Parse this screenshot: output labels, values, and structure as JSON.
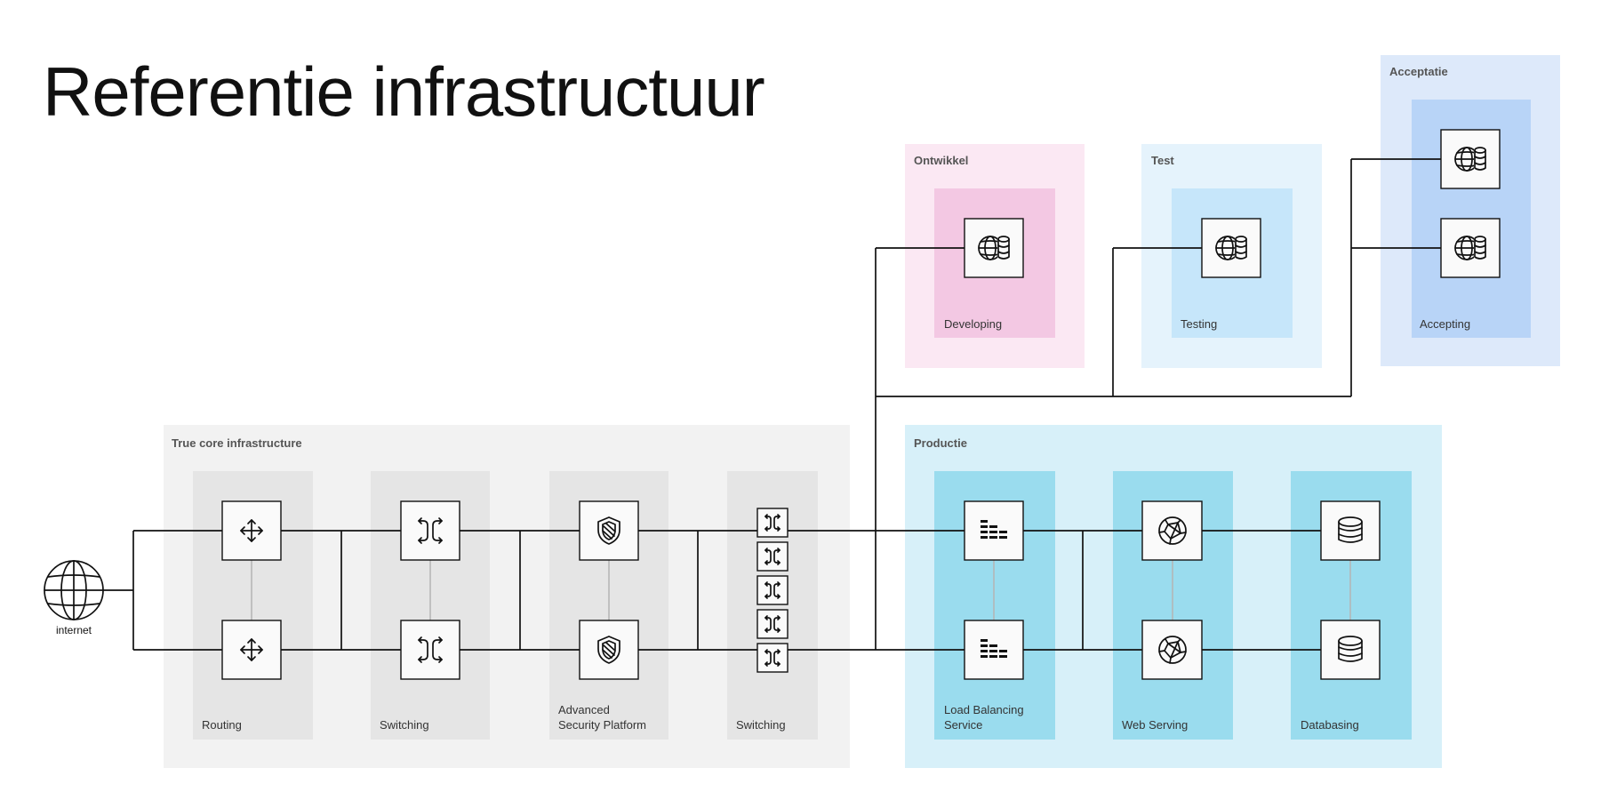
{
  "title": "Referentie infrastructuur",
  "internet_label": "internet",
  "groups": {
    "core": "True core infrastructure",
    "ontwikkel": "Ontwikkel",
    "test": "Test",
    "acceptatie": "Acceptatie",
    "productie": "Productie"
  },
  "columns": {
    "routing": "Routing",
    "switching_1": "Switching",
    "security_line1": "Advanced",
    "security_line2": "Security Platform",
    "switching_2": "Switching",
    "developing": "Developing",
    "testing": "Testing",
    "accepting": "Accepting",
    "loadbalancing_line1": "Load Balancing",
    "loadbalancing_line2": "Service",
    "webserving": "Web Serving",
    "databasing": "Databasing"
  },
  "colors": {
    "core_bg": "#f2f2f2",
    "core_col": "#e5e5e5",
    "ontwikkel_bg": "#fbe8f3",
    "ontwikkel_col": "#f3c8e3",
    "test_bg": "#e5f3fc",
    "test_col": "#c6e6fa",
    "acceptatie_bg": "#dde9fa",
    "acceptatie_col": "#b8d4f7",
    "productie_bg": "#d7f0f9",
    "productie_col": "#9adcee"
  },
  "icons": [
    "globe-icon",
    "router-icon",
    "switch-icon",
    "shield-icon",
    "load-balancer-icon",
    "web-server-icon",
    "database-icon",
    "globe-database-icon"
  ]
}
